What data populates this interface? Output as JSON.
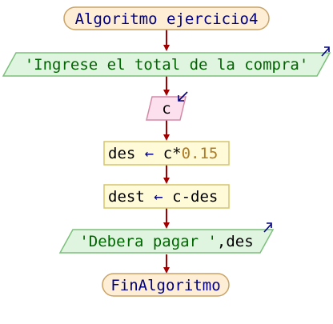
{
  "flowchart": {
    "start_label": "Algoritmo ejercicio4",
    "output1_text": "'Ingrese el total de la compra'",
    "input1_var": "c",
    "assign1": {
      "var": "des",
      "arrow": "←",
      "expr_var": "c*",
      "expr_num": "0.15"
    },
    "assign2": {
      "var": "dest",
      "arrow": "←",
      "expr": "c-des"
    },
    "output2": {
      "str": "'Debera pagar '",
      "rest": ",des"
    },
    "end_label": "FinAlgoritmo"
  },
  "colors": {
    "connector": "#a00000",
    "terminal_fill": "#fdeed5",
    "terminal_stroke": "#c9a266",
    "io_fill": "#e0f5e0",
    "io_stroke": "#7bbf7b",
    "input_fill": "#fde0ee",
    "input_stroke": "#d48aa7",
    "process_fill": "#fffbd8",
    "process_stroke": "#d6c46a",
    "text_keyword": "#000080",
    "text_string": "#006400",
    "text_number": "#b07a20",
    "text_default": "#000000",
    "io_indicator": "#000080"
  }
}
